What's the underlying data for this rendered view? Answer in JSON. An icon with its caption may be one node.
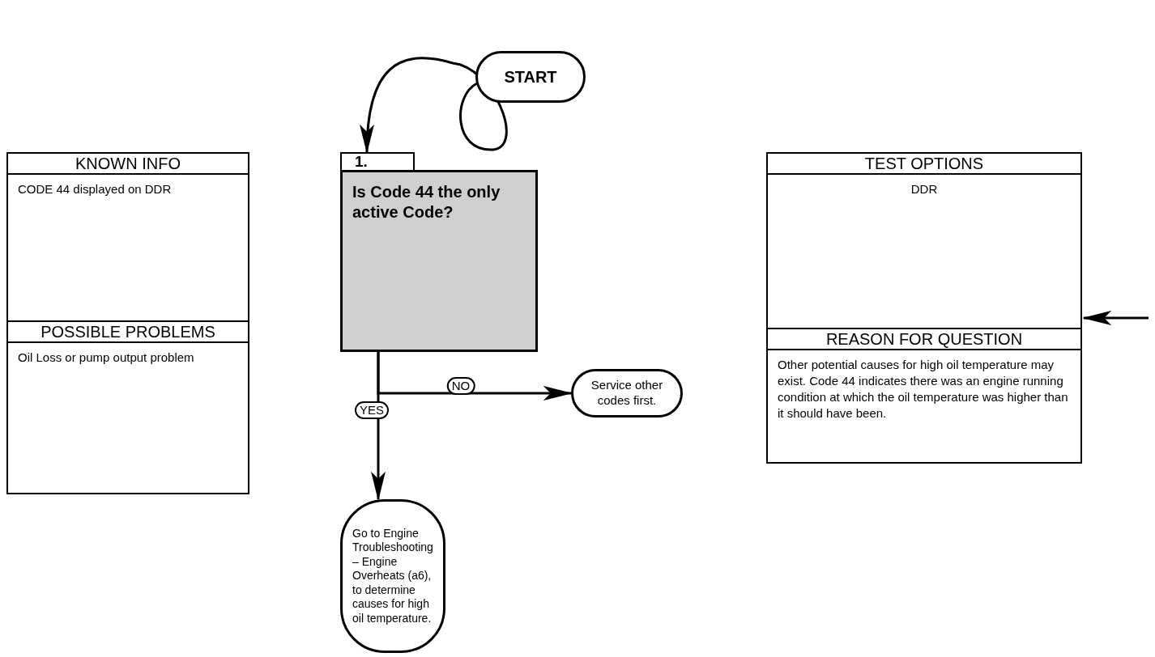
{
  "diagram": {
    "nodes": [
      {
        "text": [
          "START"
        ]
      },
      {
        "text": [
          "1."
        ]
      },
      {
        "text": [
          "Is Code 44 the only active Code?"
        ]
      },
      {
        "text": [
          "Service other codes first."
        ]
      },
      {
        "text": [
          "Go to Engine Troubleshooting – Engine Overheats (a6), to determine causes for high oil temperature."
        ]
      },
      {
        "text": [
          "KNOWN INFO",
          "CODE 44 displayed on DDR",
          "POSSIBLE PROBLEMS",
          "Oil Loss or pump output problem"
        ]
      },
      {
        "text": [
          "TEST OPTIONS",
          "DDR",
          "REASON FOR QUESTION",
          "Other potential causes for high oil temperature may exist. Code 44 indicates there was an engine running condition at which the oil temperature was higher than it should have been."
        ]
      }
    ],
    "edges": [
      {
        "from": 0,
        "to": 1,
        "arrow": "to"
      },
      {
        "from": 2,
        "to": 3,
        "arrow": "to",
        "label": "NO"
      },
      {
        "from": 2,
        "to": 4,
        "arrow": "to",
        "label": "YES"
      },
      {
        "from": null,
        "to": 6,
        "arrow": "to"
      }
    ]
  }
}
